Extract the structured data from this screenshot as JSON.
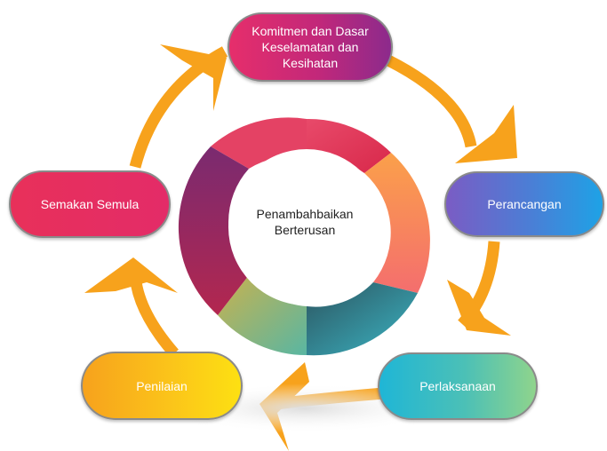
{
  "center_label": "Penambahbaikan\nBerterusan",
  "steps": [
    {
      "label": "Komitmen dan Dasar\nKeselamatan dan\nKesihatan"
    },
    {
      "label": "Perancangan"
    },
    {
      "label": "Perlaksanaan"
    },
    {
      "label": "Penilaian"
    },
    {
      "label": "Semakan Semula"
    }
  ],
  "colors": {
    "arrow": "#f7a21c",
    "commit": "#c2287a",
    "plan": "#4a7fd6",
    "do": "#4cc0b6",
    "check": "#fbc41a",
    "review": "#e8305a"
  }
}
